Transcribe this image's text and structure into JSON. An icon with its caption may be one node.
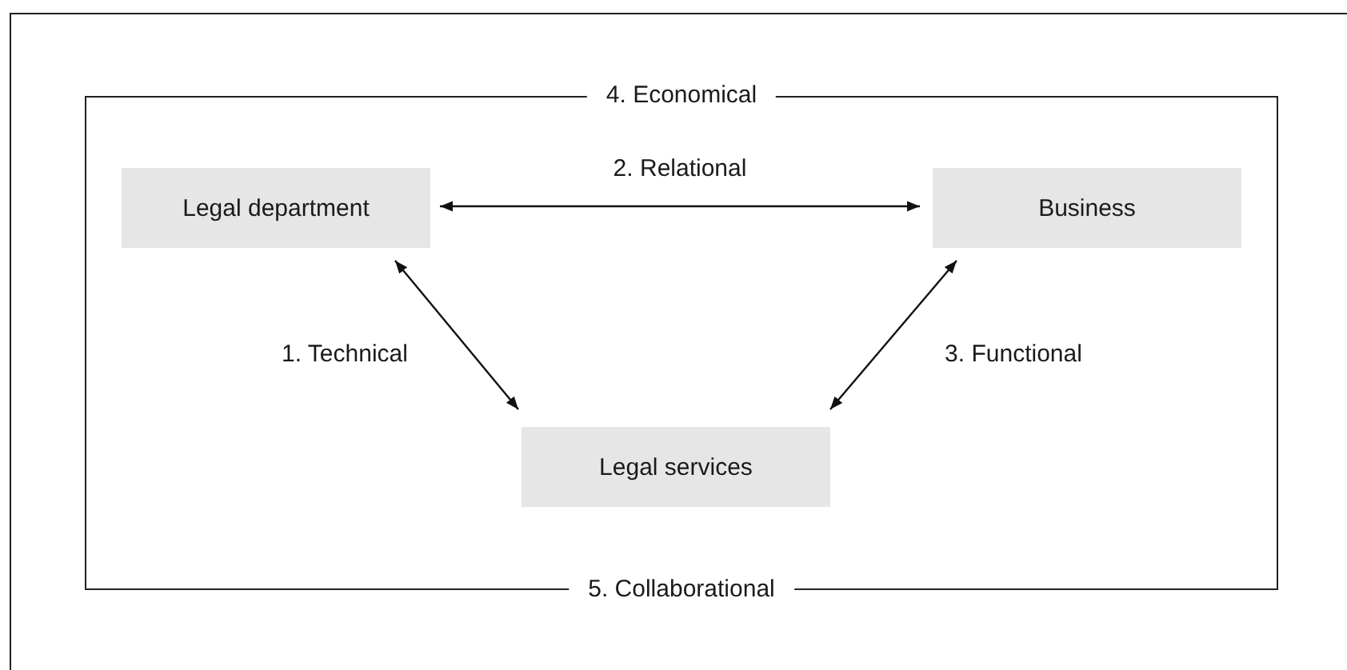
{
  "diagram": {
    "nodes": [
      {
        "text": [
          "4. Economical",
          "5. Collaborational"
        ]
      },
      {
        "text": [
          "Legal department"
        ],
        "in": 0
      },
      {
        "text": [
          "Business"
        ],
        "in": 0
      },
      {
        "text": [
          "Legal services"
        ],
        "in": 0
      }
    ],
    "edges": [
      {
        "from": 1,
        "to": 2,
        "arrow": "both",
        "label": "2. Relational"
      },
      {
        "from": 1,
        "to": 3,
        "arrow": "both",
        "label": "1. Technical"
      },
      {
        "from": 2,
        "to": 3,
        "arrow": "both",
        "label": "3. Functional"
      }
    ]
  }
}
